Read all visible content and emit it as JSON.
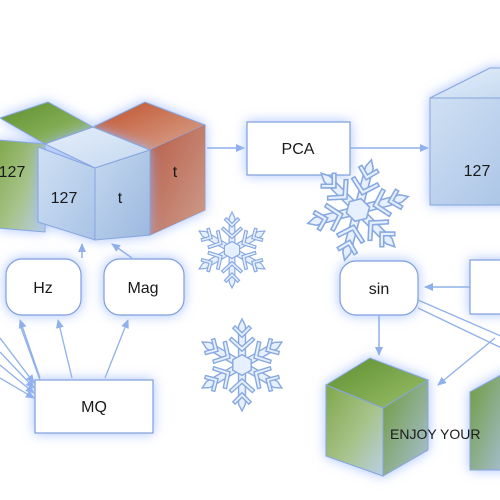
{
  "cube_left_back": {
    "front_label": "127"
  },
  "cube_left_front": {
    "front_label": "127",
    "side_label": "t"
  },
  "cube_left_right": {
    "side_label": "t"
  },
  "cube_right_large": {
    "front_label": "127"
  },
  "cube_bottom_text": {
    "caption": "ENJOY YOUR"
  },
  "nodes": {
    "pca": "PCA",
    "hz": "Hz",
    "mag": "Mag",
    "mq": "MQ",
    "sin": "sin"
  },
  "colors": {
    "arrow": "#8fb0ea",
    "box_border": "#7f9fdc",
    "glow": "#9ab7ff",
    "cube_blue_front": "#b9d1ec",
    "cube_green_top": "#6f9a3c",
    "cube_red": "#c0512c",
    "snowflake_fill": "#e6f0ff",
    "snowflake_stroke": "#87a8e0"
  },
  "icons": [
    "snowflake-icon",
    "snowflake-icon",
    "snowflake-icon"
  ]
}
